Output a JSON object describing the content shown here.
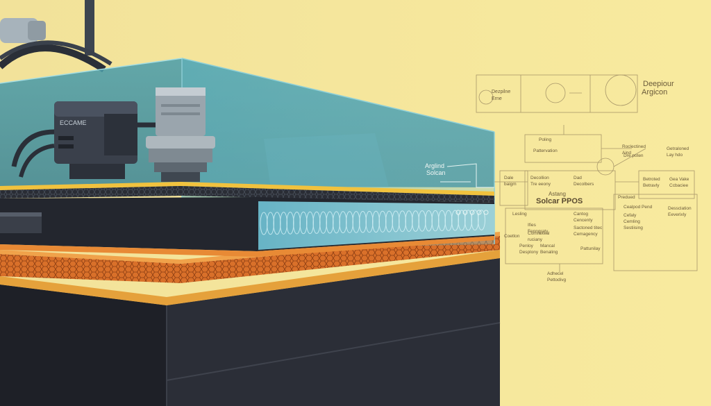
{
  "device": {
    "camera_label": "ECCAME",
    "glass_label_line1": "Arglind",
    "glass_label_line2": "Solcan"
  },
  "diagram": {
    "title_line1": "Deepiour",
    "title_line2": "Argicon",
    "header_box_label_line1": "Dezpilne",
    "header_box_label_line2": "Erne",
    "center_line1": "Astang",
    "center_line2": "Solcar PPOS",
    "nodes": [
      {
        "id": "poling",
        "line1": "Poling",
        "line2": ""
      },
      {
        "id": "pattervation",
        "line1": "Pattervation",
        "line2": ""
      },
      {
        "id": "roclectined",
        "line1": "Roclectined",
        "line2": "Aind"
      },
      {
        "id": "dre-poten",
        "line1": "Dre poten",
        "line2": ""
      },
      {
        "id": "getraloned",
        "line1": "Getraloned",
        "line2": "Lay hdo"
      },
      {
        "id": "dale-baigm",
        "line1": "Dale",
        "line2": "baigm"
      },
      {
        "id": "decollion",
        "line1": "Decollion",
        "line2": "Tre eeony"
      },
      {
        "id": "dad-decolbers",
        "line1": "Dad",
        "line2": "Decolbers"
      },
      {
        "id": "betroted",
        "line1": "Betroted",
        "line2": "Betravly"
      },
      {
        "id": "gea-vake",
        "line1": "Gea Vake",
        "line2": "Ccbaciee"
      },
      {
        "id": "lesling",
        "line1": "Lesling",
        "line2": ""
      },
      {
        "id": "cantog",
        "line1": "Cantog",
        "line2": "Cencenty"
      },
      {
        "id": "predued",
        "line1": "Predued",
        "line2": ""
      },
      {
        "id": "cealpod",
        "line1": "Cealpod Pend",
        "line2": ""
      },
      {
        "id": "ifies",
        "line1": "Ifies",
        "line2": "Fenngraty"
      },
      {
        "id": "comrakeal",
        "line1": "Comrakeal",
        "line2": "ruciany"
      },
      {
        "id": "sacloned",
        "line1": "Sactoned titec",
        "line2": "Cemagency"
      },
      {
        "id": "dessclation",
        "line1": "Dessclation",
        "line2": "Eeverixly"
      },
      {
        "id": "cedlay",
        "line1": "Cefaly",
        "line2": "Cemling"
      },
      {
        "id": "sesting",
        "line1": "Sestiising",
        "line2": ""
      },
      {
        "id": "coetlon",
        "line1": "Coetlon",
        "line2": ""
      },
      {
        "id": "fenlog",
        "line1": "Penloy",
        "line2": "Desplony"
      },
      {
        "id": "manal",
        "line1": "Mancal",
        "line2": "Benaling"
      },
      {
        "id": "pattunilay",
        "line1": "Pattunilay",
        "line2": ""
      },
      {
        "id": "adhecel",
        "line1": "Adhecel",
        "line2": "Pettodivg"
      }
    ]
  },
  "colors": {
    "background": "#f6e69a",
    "glass": "#4fa9b6",
    "orange_layer": "#e07a2a",
    "base": "#2d2f38",
    "diagram_ink": "#6a5a3a"
  }
}
